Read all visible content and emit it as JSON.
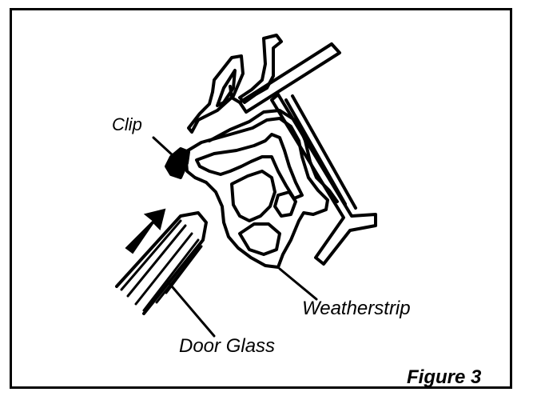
{
  "labels": {
    "clip": "Clip",
    "weatherstrip": "Weatherstrip",
    "door_glass": "Door Glass",
    "figure": "Figure 3"
  }
}
